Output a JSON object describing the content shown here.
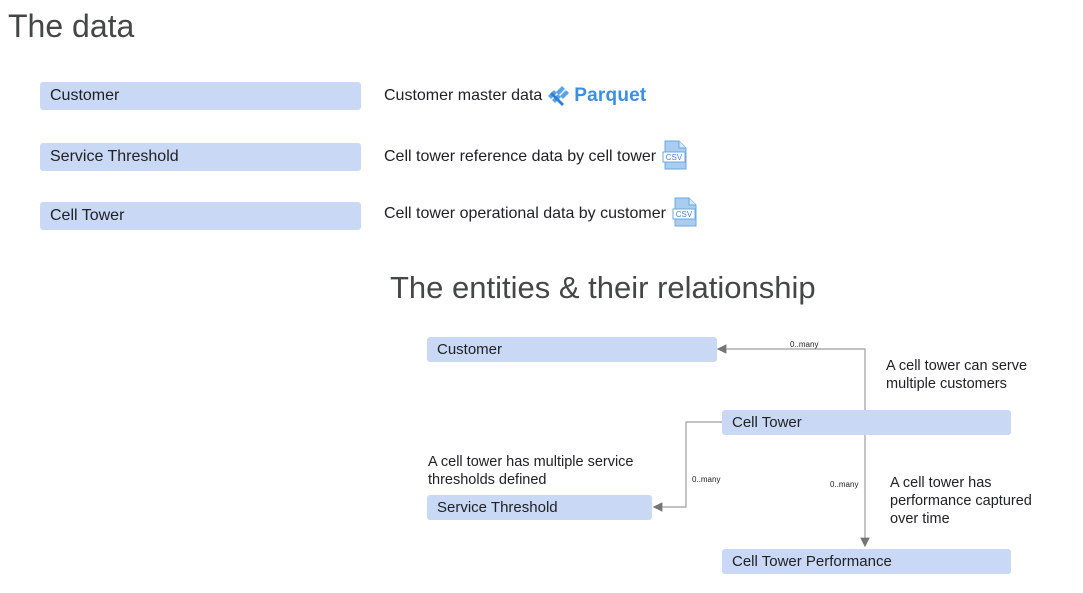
{
  "header": {
    "title": "The data"
  },
  "data_table": {
    "rows": [
      {
        "entity": "Customer",
        "description": "Customer master data",
        "format": "Parquet"
      },
      {
        "entity": "Service Threshold",
        "description": "Cell tower reference data by cell tower",
        "format": "CSV"
      },
      {
        "entity": "Cell Tower",
        "description": "Cell tower operational data by customer",
        "format": "CSV"
      }
    ]
  },
  "diagram": {
    "title": "The entities & their relationship",
    "entities": {
      "customer": "Customer",
      "cell_tower": "Cell Tower",
      "service_threshold": "Service Threshold",
      "cell_tower_performance": "Cell Tower Performance"
    },
    "cardinality": {
      "customer": "0..many",
      "service_threshold": "0..many",
      "performance": "0..many"
    },
    "notes": {
      "customer": "A cell tower can serve multiple customers",
      "service_threshold": "A cell tower has multiple service thresholds defined",
      "performance": "A cell tower has performance captured over time"
    }
  },
  "colors": {
    "box_fill": "#c9d8f5",
    "line": "#9e9e9e",
    "parquet_blue": "#3d8fe0",
    "csv_blue": "#6fa8dc"
  },
  "icons": [
    "parquet-logo-icon",
    "csv-file-icon"
  ]
}
